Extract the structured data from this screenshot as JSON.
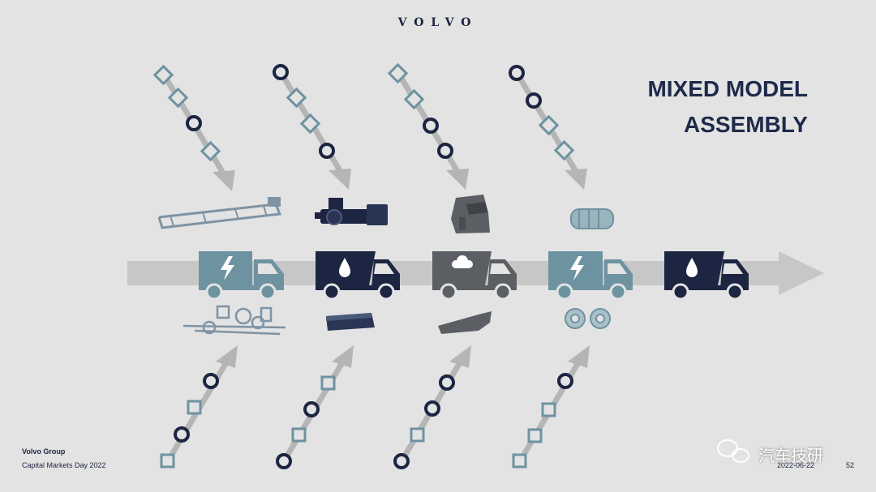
{
  "brand": {
    "logo_text": "VOLVO"
  },
  "title": {
    "line1": "MIXED MODEL",
    "line2": "ASSEMBLY"
  },
  "colors": {
    "navy": "#1c2541",
    "slate_blue": "#6e93a0",
    "gray": "#5b5e63",
    "arrow_gray": "#bdbdbd"
  },
  "trucks": [
    {
      "color": "slate_blue",
      "icon": "lightning-icon"
    },
    {
      "color": "navy",
      "icon": "droplet-icon"
    },
    {
      "color": "gray",
      "icon": "cloud-icon"
    },
    {
      "color": "slate_blue",
      "icon": "lightning-icon"
    },
    {
      "color": "navy",
      "icon": "droplet-icon"
    }
  ],
  "top_components": [
    "chassis-frame-icon",
    "engine-icon",
    "cab-icon",
    "battery-icon"
  ],
  "bottom_components": [
    "axle-assembly-icon",
    "battery-pack-icon",
    "bumper-icon",
    "wheels-icon"
  ],
  "footer": {
    "org": "Volvo Group",
    "event": "Capital Markets Day 2022",
    "date": "2022-06-22",
    "page": "52"
  },
  "watermark": {
    "text": "汽车技研"
  }
}
